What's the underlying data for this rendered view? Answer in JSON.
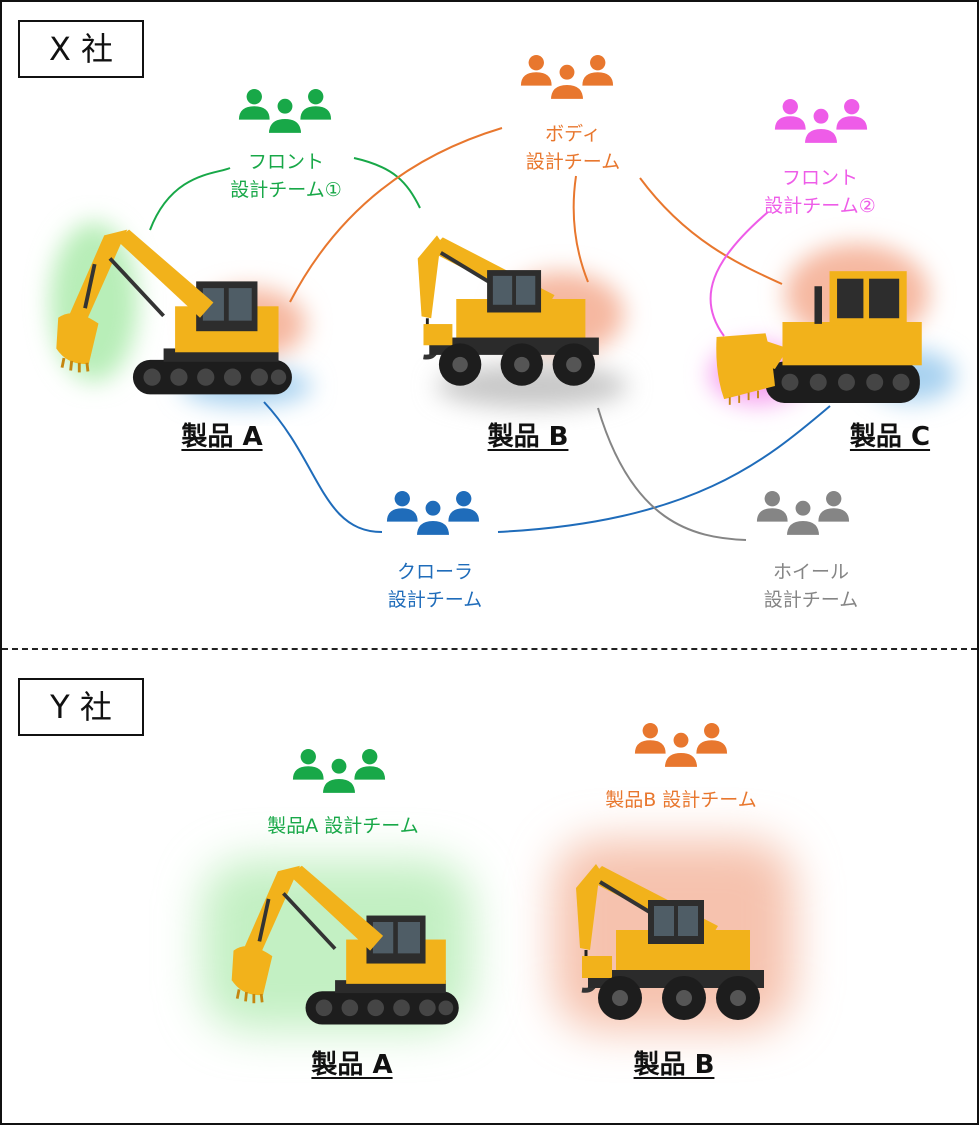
{
  "companies": {
    "x": {
      "label": "X 社"
    },
    "y": {
      "label": "Y 社"
    }
  },
  "colors": {
    "green": "#18a848",
    "orange": "#e8772e",
    "pink": "#ee5ce8",
    "blue": "#1f6cba",
    "gray": "#858585",
    "machine_yellow": "#f2b21b"
  },
  "company_x": {
    "teams": [
      {
        "id": "front1",
        "line1": "フロント",
        "line2": "設計チーム①",
        "color": "green"
      },
      {
        "id": "body",
        "line1": "ボディ",
        "line2": "設計チーム",
        "color": "orange"
      },
      {
        "id": "front2",
        "line1": "フロント",
        "line2": "設計チーム②",
        "color": "pink"
      },
      {
        "id": "crawler",
        "line1": "クローラ",
        "line2": "設計チーム",
        "color": "blue"
      },
      {
        "id": "wheel",
        "line1": "ホイール",
        "line2": "設計チーム",
        "color": "gray"
      }
    ],
    "products": [
      {
        "id": "a",
        "label": "製品 A",
        "icon": "excavator-icon"
      },
      {
        "id": "b",
        "label": "製品 B",
        "icon": "wheeled-crane-excavator-icon"
      },
      {
        "id": "c",
        "label": "製品 C",
        "icon": "bulldozer-icon"
      }
    ]
  },
  "company_y": {
    "teams": [
      {
        "id": "product-a-team",
        "label": "製品A 設計チーム",
        "color": "green"
      },
      {
        "id": "product-b-team",
        "label": "製品B 設計チーム",
        "color": "orange"
      }
    ],
    "products": [
      {
        "id": "a",
        "label": "製品 A",
        "icon": "excavator-icon"
      },
      {
        "id": "b",
        "label": "製品 B",
        "icon": "wheeled-crane-excavator-icon"
      }
    ]
  }
}
